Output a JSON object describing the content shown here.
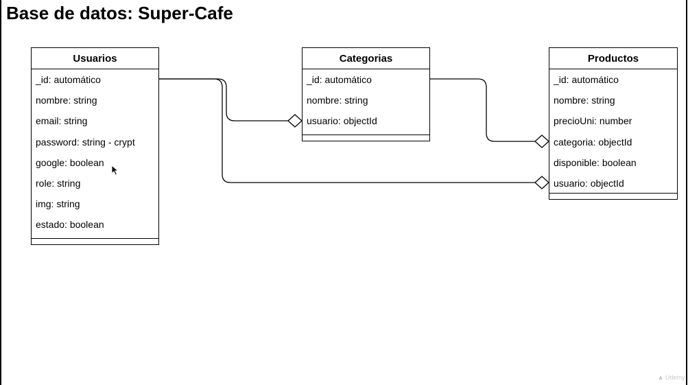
{
  "title": "Base de datos: Super-Cafe",
  "entities": {
    "usuarios": {
      "name": "Usuarios",
      "fields": [
        "_id: automático",
        "nombre: string",
        "email: string",
        "password: string - crypt",
        "google: boolean",
        "role: string",
        "img: string",
        "estado: boolean"
      ]
    },
    "categorias": {
      "name": "Categorias",
      "fields": [
        "_id: automático",
        "nombre: string",
        "usuario: objectId"
      ]
    },
    "productos": {
      "name": "Productos",
      "fields": [
        "_id: automático",
        "nombre: string",
        "precioUni: number",
        "categoria: objectId",
        "disponible: boolean",
        "usuario: objectId"
      ]
    }
  },
  "relations": [
    {
      "from": "Usuarios._id",
      "to": "Categorias.usuario",
      "end_marker": "open-diamond"
    },
    {
      "from": "Usuarios._id",
      "to": "Productos.usuario",
      "end_marker": "open-diamond"
    },
    {
      "from": "Categorias._id",
      "to": "Productos.categoria",
      "end_marker": "open-diamond"
    }
  ],
  "watermark": {
    "icon": "udemy-logo-icon",
    "text": "Udemy"
  },
  "colors": {
    "line": "#000000",
    "background": "#ffffff",
    "watermark": "#c8c8c8"
  }
}
